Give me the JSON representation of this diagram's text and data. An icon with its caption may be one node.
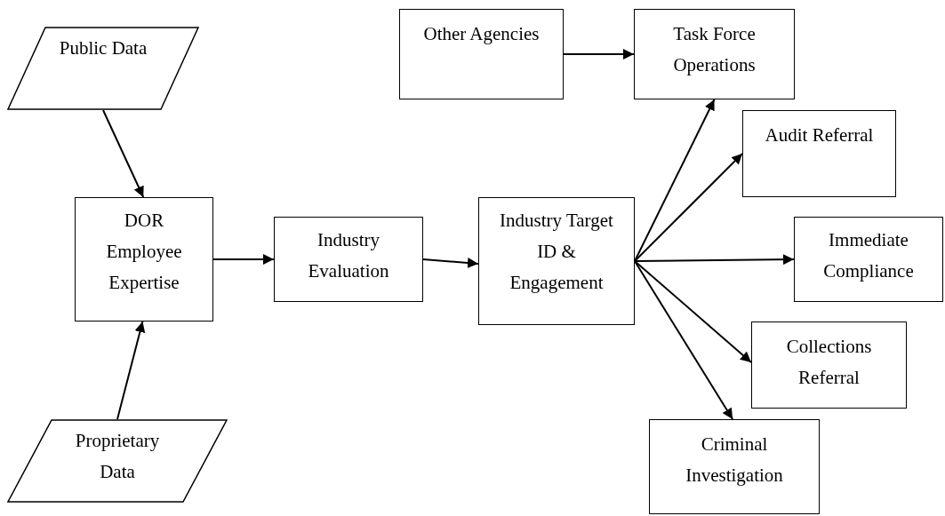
{
  "diagram": {
    "nodes": [
      {
        "text": [
          "Public Data"
        ]
      },
      {
        "text": [
          "Proprietary Data"
        ]
      },
      {
        "text": [
          "DOR Employee Expertise"
        ]
      },
      {
        "text": [
          "Industry Evaluation"
        ]
      },
      {
        "text": [
          "Industry Target ID & Engagement"
        ]
      },
      {
        "text": [
          "Other Agencies"
        ]
      },
      {
        "text": [
          "Task Force Operations"
        ]
      },
      {
        "text": [
          "Audit Referral"
        ]
      },
      {
        "text": [
          "Immediate Compliance"
        ]
      },
      {
        "text": [
          "Collections Referral"
        ]
      },
      {
        "text": [
          "Criminal Investigation"
        ]
      }
    ],
    "edges": [
      {
        "from": 0,
        "to": 2,
        "arrow": "to"
      },
      {
        "from": 1,
        "to": 2,
        "arrow": "to"
      },
      {
        "from": 2,
        "to": 3,
        "arrow": "to"
      },
      {
        "from": 3,
        "to": 4,
        "arrow": "to"
      },
      {
        "from": 5,
        "to": 6,
        "arrow": "to"
      },
      {
        "from": 4,
        "to": 6,
        "arrow": "to"
      },
      {
        "from": 4,
        "to": 7,
        "arrow": "to"
      },
      {
        "from": 4,
        "to": 8,
        "arrow": "to"
      },
      {
        "from": 4,
        "to": 9,
        "arrow": "to"
      },
      {
        "from": 4,
        "to": 10,
        "arrow": "to"
      }
    ]
  }
}
